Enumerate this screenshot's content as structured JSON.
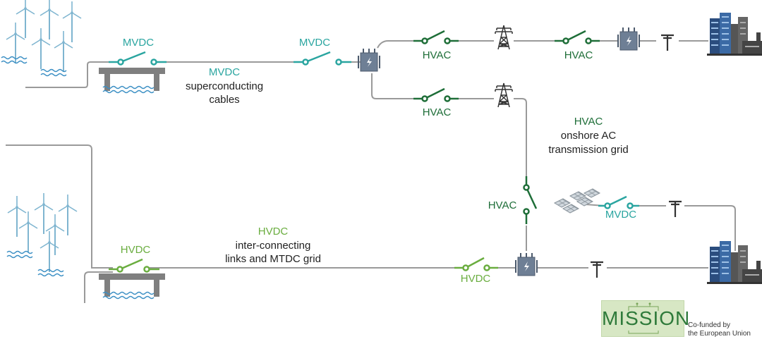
{
  "colors": {
    "mvdc": "#2aa5a0",
    "hvac": "#1e6e38",
    "hvdc": "#6aad3f",
    "line": "#9a9a9a",
    "turbine": "#7fb5d0",
    "water": "#3b8fc4",
    "transformer": "#6e7f95",
    "city": "#2b4d7e"
  },
  "labels": {
    "mvdc_left_switch": "MVDC",
    "mvdc_center_title": "MVDC",
    "mvdc_center_line1": "superconducting",
    "mvdc_center_line2": "cables",
    "mvdc_right_switch": "MVDC",
    "hvac_top_1": "HVAC",
    "hvac_top_2": "HVAC",
    "hvac_mid": "HVAC",
    "hvac_grid_title": "HVAC",
    "hvac_grid_line1": "onshore AC",
    "hvac_grid_line2": "transmission grid",
    "hvac_vertical_switch": "HVAC",
    "mvdc_solar": "MVDC",
    "hvdc_left_switch": "HVDC",
    "hvdc_center_title": "HVDC",
    "hvdc_center_line1": "inter-connecting",
    "hvdc_center_line2": "links and MTDC grid",
    "hvdc_right_switch": "HVDC"
  },
  "logo": {
    "name": "MISSION",
    "cofunded_line1": "Co-funded by",
    "cofunded_line2": "the European Union"
  },
  "icons": [
    "wind-turbine-icon",
    "offshore-platform-icon",
    "circuit-breaker-icon",
    "transformer-icon",
    "transmission-tower-icon",
    "utility-pole-icon",
    "city-icon",
    "solar-panel-icon"
  ]
}
